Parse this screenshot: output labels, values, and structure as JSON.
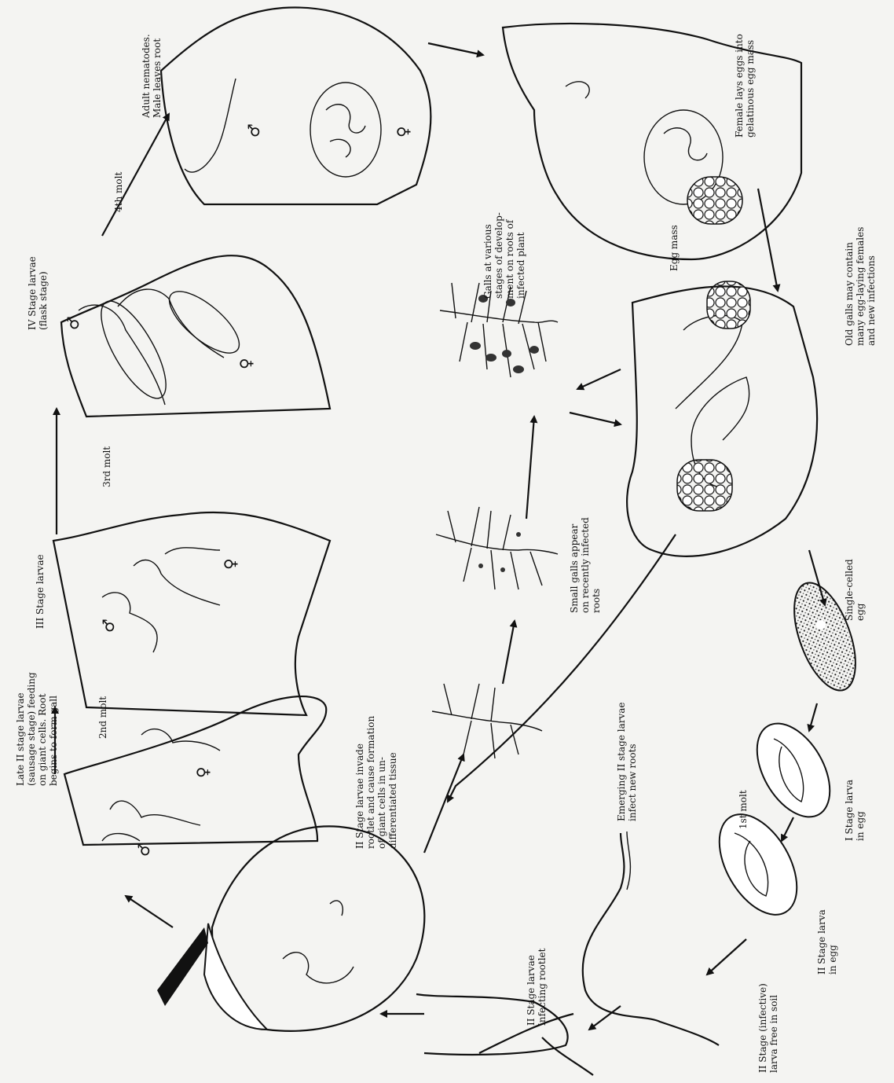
{
  "labels": {
    "late_ii": [
      "Late II stage larvae",
      "(sausage stage) feeding",
      "on giant cells. Root",
      "begins to form gall"
    ],
    "second_molt": "2nd molt",
    "iii_stage": "III Stage larvae",
    "third_molt": "3rd molt",
    "iv_stage": [
      "IV Stage larvae",
      "(flask stage)"
    ],
    "fourth_molt": "4th molt",
    "adult": [
      "Adult nematodes.",
      "Male leaves root"
    ],
    "female_lays": [
      "Female lays eggs into",
      "gelatinous egg mass"
    ],
    "egg_mass": "Egg mass",
    "old_galls": [
      "Old galls may contain",
      "many egg-laying females",
      "and new infections"
    ],
    "galls_various": [
      "Galls at various",
      "stages of develop-",
      "ment on roots of",
      "infected plant"
    ],
    "small_galls": [
      "Small galls appear",
      "on recently infected",
      "roots"
    ],
    "ii_invade": [
      "II Stage larvae invade",
      "rootlet and cause formation",
      "of giant cells in un-",
      "differentiated tissue"
    ],
    "emerging": [
      "Emerging II stage larvae",
      "infect new roots"
    ],
    "single_celled": [
      "Single-celled",
      "egg"
    ],
    "first_molt": "1st molt",
    "i_stage": [
      "I Stage larva",
      "in egg"
    ],
    "ii_in_egg": [
      "II Stage larva",
      "in egg"
    ],
    "ii_infective": [
      "II Stage (infective)",
      "larva free in soil"
    ],
    "ii_infecting": [
      "II Stage larvae",
      "infecting rootlet"
    ]
  }
}
